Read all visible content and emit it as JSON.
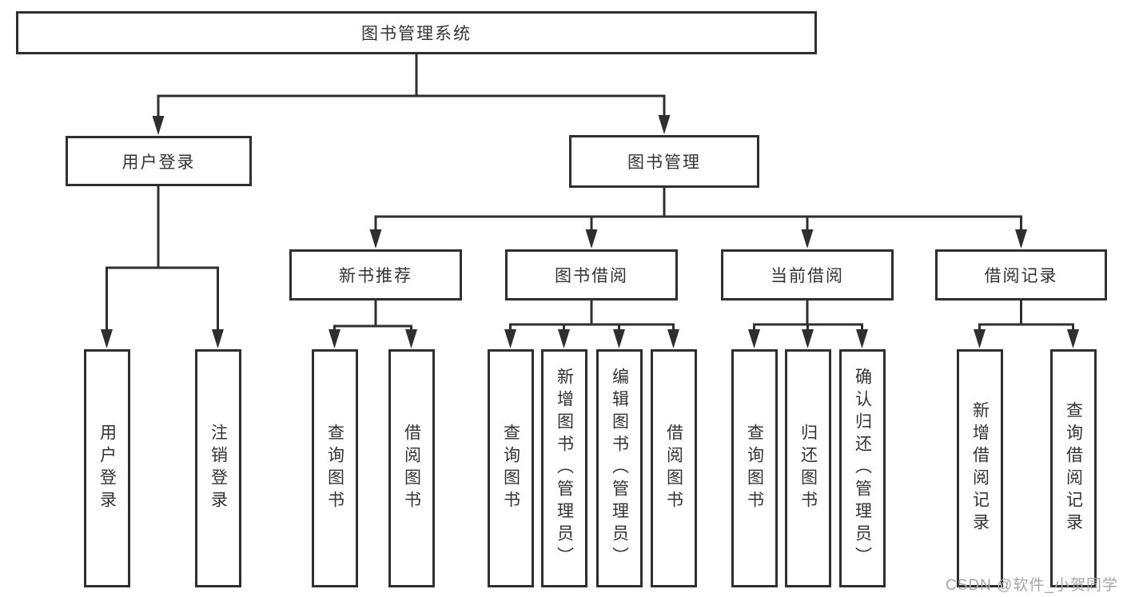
{
  "diagram_title": "图书管理系统",
  "nodes": {
    "root": "图书管理系统",
    "level2": [
      "用户登录",
      "图书管理"
    ],
    "modules": [
      "新书推荐",
      "图书借阅",
      "当前借阅",
      "借阅记录"
    ],
    "user_login_children": [
      "用户登录",
      "注销登录"
    ],
    "new_book_children": [
      "查询图书",
      "借阅图书"
    ],
    "borrow_children": [
      "查询图书",
      "新增图书（管理员）",
      "编辑图书（管理员）",
      "借阅图书"
    ],
    "current_children": [
      "查询图书",
      "归还图书",
      "确认归还（管理员）"
    ],
    "record_children": [
      "新增借阅记录",
      "查询借阅记录"
    ]
  },
  "watermark": "CSDN @软件_小贺同学",
  "colors": {
    "line": "#2f2f2f",
    "text": "#333333",
    "watermark": "#a6a6a6",
    "background": "#ffffff"
  }
}
